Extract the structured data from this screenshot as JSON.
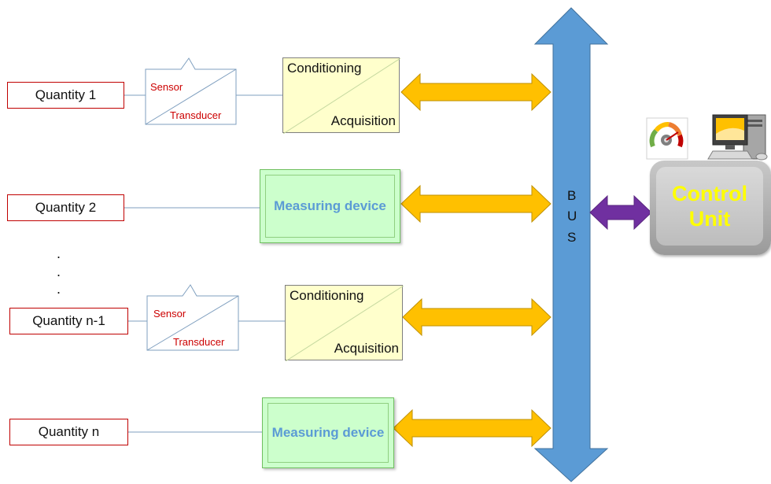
{
  "quantities": [
    "Quantity 1",
    "Quantity 2",
    "Quantity n-1",
    "Quantity n"
  ],
  "sensor": {
    "sensor_label": "Sensor",
    "transducer_label": "Transducer"
  },
  "conditioning": {
    "top_label": "Conditioning",
    "bottom_label": "Acquisition"
  },
  "measuring_device": {
    "label": "Measuring device"
  },
  "ellipsis": ".",
  "bus": {
    "letters": [
      "B",
      "U",
      "S"
    ]
  },
  "control_unit": {
    "line1": "Control",
    "line2": "Unit"
  },
  "colors": {
    "quantity_border": "#c00000",
    "conditioning_fill": "#ffffcc",
    "measuring_fill": "#ccffcc",
    "measuring_text": "#5b9bd5",
    "bus_fill": "#5b9bd5",
    "data_arrow": "#ffc000",
    "control_arrow": "#7030a0",
    "control_text": "#ffff00"
  }
}
